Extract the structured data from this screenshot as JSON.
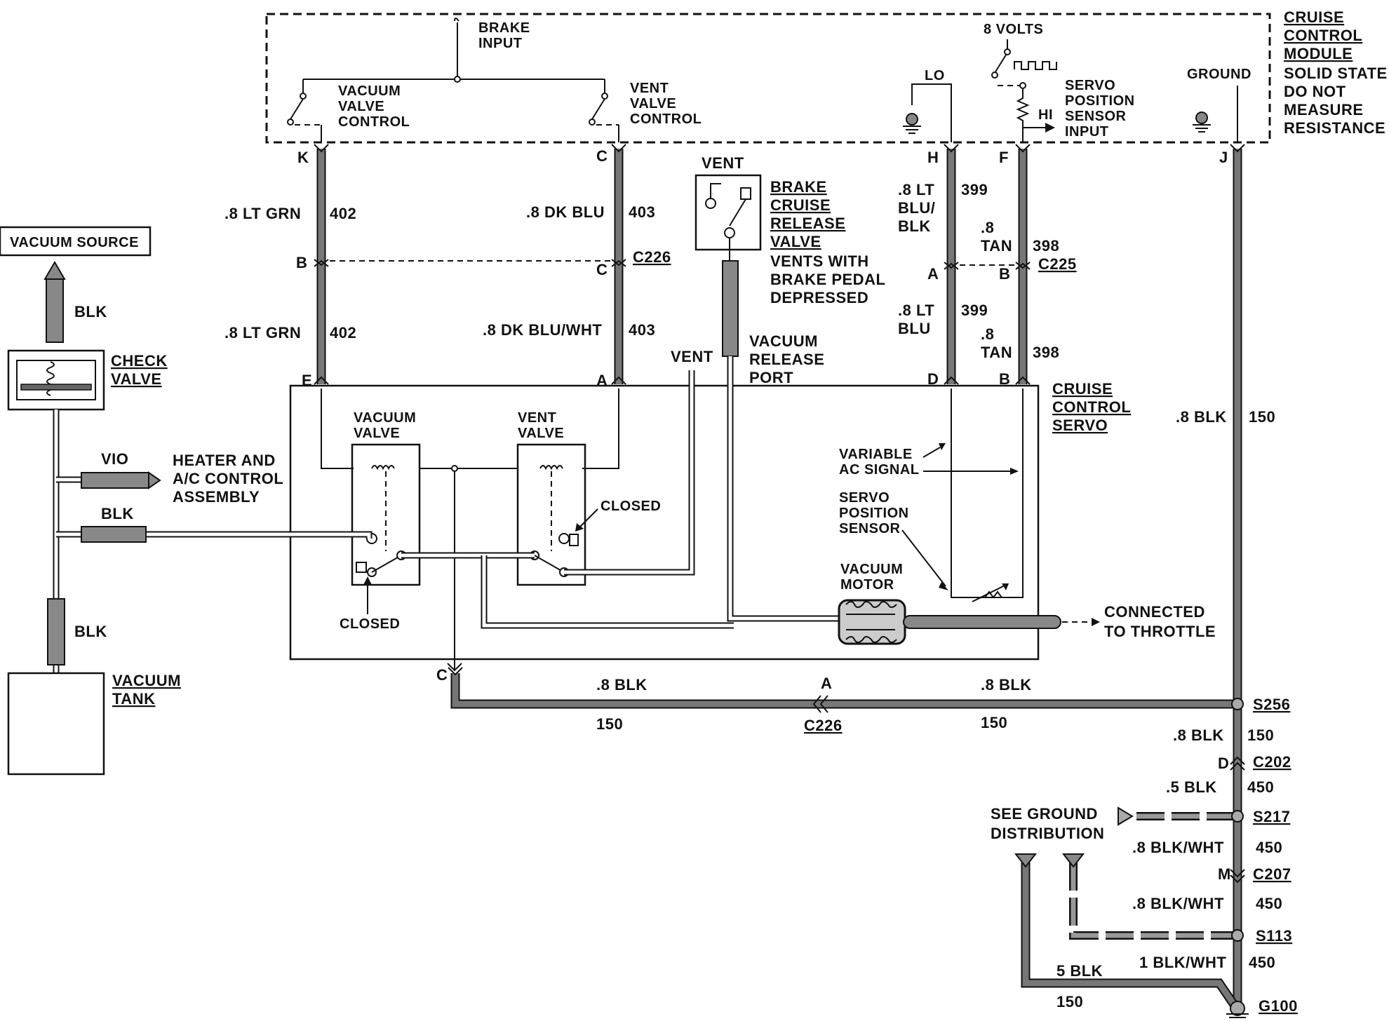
{
  "module": {
    "title_lines": [
      "CRUISE",
      "CONTROL",
      "MODULE"
    ],
    "note_lines": [
      "SOLID STATE",
      "DO NOT",
      "MEASURE",
      "RESISTANCE"
    ],
    "brake_input": [
      "BRAKE",
      "INPUT"
    ],
    "vacuum_valve_control": [
      "VACUUM",
      "VALVE",
      "CONTROL"
    ],
    "vent_valve_control": [
      "VENT",
      "VALVE",
      "CONTROL"
    ],
    "eight_volts": "8 VOLTS",
    "lo": "LO",
    "hi": "HI",
    "servo_position_sensor_input": [
      "SERVO",
      "POSITION",
      "SENSOR",
      "INPUT"
    ],
    "ground": "GROUND"
  },
  "pins": {
    "k": "K",
    "c_top": "C",
    "h": "H",
    "f": "F",
    "j": "J",
    "b_c226": "B",
    "c_c226": "C",
    "a_c225": "A",
    "b_c225": "B",
    "e": "E",
    "a_servo": "A",
    "d": "D",
    "b_servo": "B",
    "c_bottom": "C",
    "a_bottom": "A",
    "d_c202": "D",
    "m_c207": "M"
  },
  "wires": {
    "w402_top": {
      "color": ".8 LT GRN",
      "circuit": "402"
    },
    "w402_bot": {
      "color": ".8 LT GRN",
      "circuit": "402"
    },
    "w403_top": {
      "color": ".8 DK BLU",
      "circuit": "403"
    },
    "w403_bot": {
      "color": ".8 DK BLU/WHT",
      "circuit": "403"
    },
    "w399_top": {
      "color_lines": [
        ".8 LT",
        "BLU/",
        "BLK"
      ],
      "circuit": "399"
    },
    "w399_bot": {
      "color_lines": [
        ".8 LT",
        "BLU"
      ],
      "circuit": "399"
    },
    "w398_top": {
      "color_lines": [
        ".8",
        "TAN"
      ],
      "circuit": "398"
    },
    "w398_bot": {
      "color_lines": [
        ".8",
        "TAN"
      ],
      "circuit": "398"
    },
    "w150_j": {
      "color": ".8 BLK",
      "circuit": "150"
    },
    "w150_bottom_left": {
      "color": ".8 BLK",
      "circuit": "150"
    },
    "w150_bottom_right": {
      "color": ".8 BLK",
      "circuit": "150"
    },
    "w150_s256": {
      "color": ".8 BLK",
      "circuit": "150"
    },
    "w450_c202": {
      "color": ".5 BLK",
      "circuit": "450"
    },
    "w450_s217": {
      "color": ".8 BLK/WHT",
      "circuit": "450"
    },
    "w450_c207": {
      "color": ".8 BLK/WHT",
      "circuit": "450"
    },
    "w450_s113": {
      "color": "1 BLK/WHT",
      "circuit": "450"
    },
    "w150_g100": {
      "color": "5 BLK",
      "circuit": "150"
    }
  },
  "connectors": {
    "c226_top": "C226",
    "c225": "C225",
    "c226_bottom": "C226",
    "s256": "S256",
    "c202": "C202",
    "s217": "S217",
    "c207": "C207",
    "s113": "S113",
    "g100": "G100"
  },
  "brake_release": {
    "vent": "VENT",
    "title_lines": [
      "BRAKE",
      "CRUISE",
      "RELEASE",
      "VALVE"
    ],
    "desc_lines": [
      "VENTS WITH",
      "BRAKE PEDAL",
      "DEPRESSED"
    ],
    "vacuum_release_port": [
      "VACUUM",
      "RELEASE",
      "PORT"
    ],
    "vent2": "VENT"
  },
  "servo": {
    "title_lines": [
      "CRUISE",
      "CONTROL",
      "SERVO"
    ],
    "vacuum_valve": [
      "VACUUM",
      "VALVE"
    ],
    "vent_valve": [
      "VENT",
      "VALVE"
    ],
    "closed_left": "CLOSED",
    "closed_right": "CLOSED",
    "variable_ac": [
      "VARIABLE",
      "AC SIGNAL"
    ],
    "servo_position_sensor": [
      "SERVO",
      "POSITION",
      "SENSOR"
    ],
    "vacuum_motor": [
      "VACUUM",
      "MOTOR"
    ],
    "connected_to_throttle": [
      "CONNECTED",
      "TO THROTTLE"
    ]
  },
  "vacuum": {
    "vacuum_source": "VACUUM SOURCE",
    "blk_top": "BLK",
    "check_valve": [
      "CHECK",
      "VALVE"
    ],
    "vio": "VIO",
    "heater": [
      "HEATER AND",
      "A/C CONTROL",
      "ASSEMBLY"
    ],
    "blk_mid": "BLK",
    "blk_bottom": "BLK",
    "vacuum_tank": [
      "VACUUM",
      "TANK"
    ]
  },
  "ground": {
    "see_ground_distribution": [
      "SEE GROUND",
      "DISTRIBUTION"
    ]
  }
}
